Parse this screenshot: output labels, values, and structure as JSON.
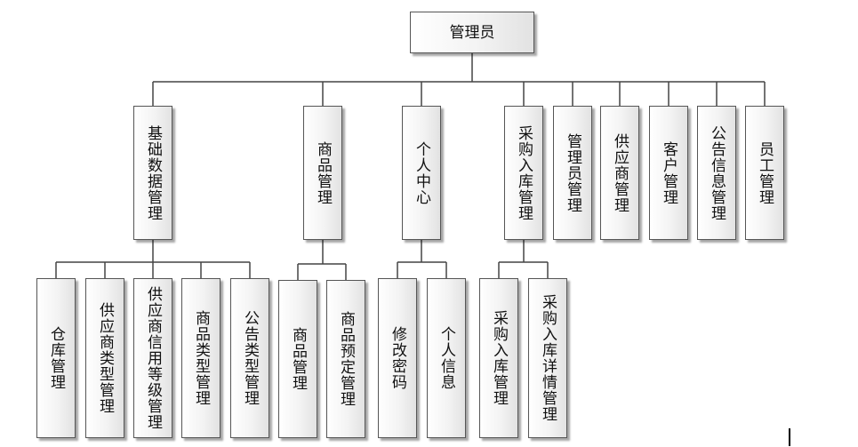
{
  "root": {
    "label": "管理员"
  },
  "level1": [
    {
      "id": "basic",
      "label": "基础数据管理"
    },
    {
      "id": "goods",
      "label": "商品管理"
    },
    {
      "id": "personal",
      "label": "个人中心"
    },
    {
      "id": "purchase",
      "label": "采购入库管理"
    },
    {
      "id": "admin",
      "label": "管理员管理"
    },
    {
      "id": "supplier",
      "label": "供应商管理"
    },
    {
      "id": "customer",
      "label": "客户管理"
    },
    {
      "id": "notice",
      "label": "公告信息管理"
    },
    {
      "id": "staff",
      "label": "员工管理"
    }
  ],
  "level2": {
    "basic": [
      "仓库管理",
      "供应商类型管理",
      "供应商信用等级管理",
      "商品类型管理",
      "公告类型管理"
    ],
    "goods": [
      "商品管理",
      "商品预定管理"
    ],
    "personal": [
      "修改密码",
      "个人信息"
    ],
    "purchase": [
      "采购入库管理",
      "采购入库详情管理"
    ]
  }
}
